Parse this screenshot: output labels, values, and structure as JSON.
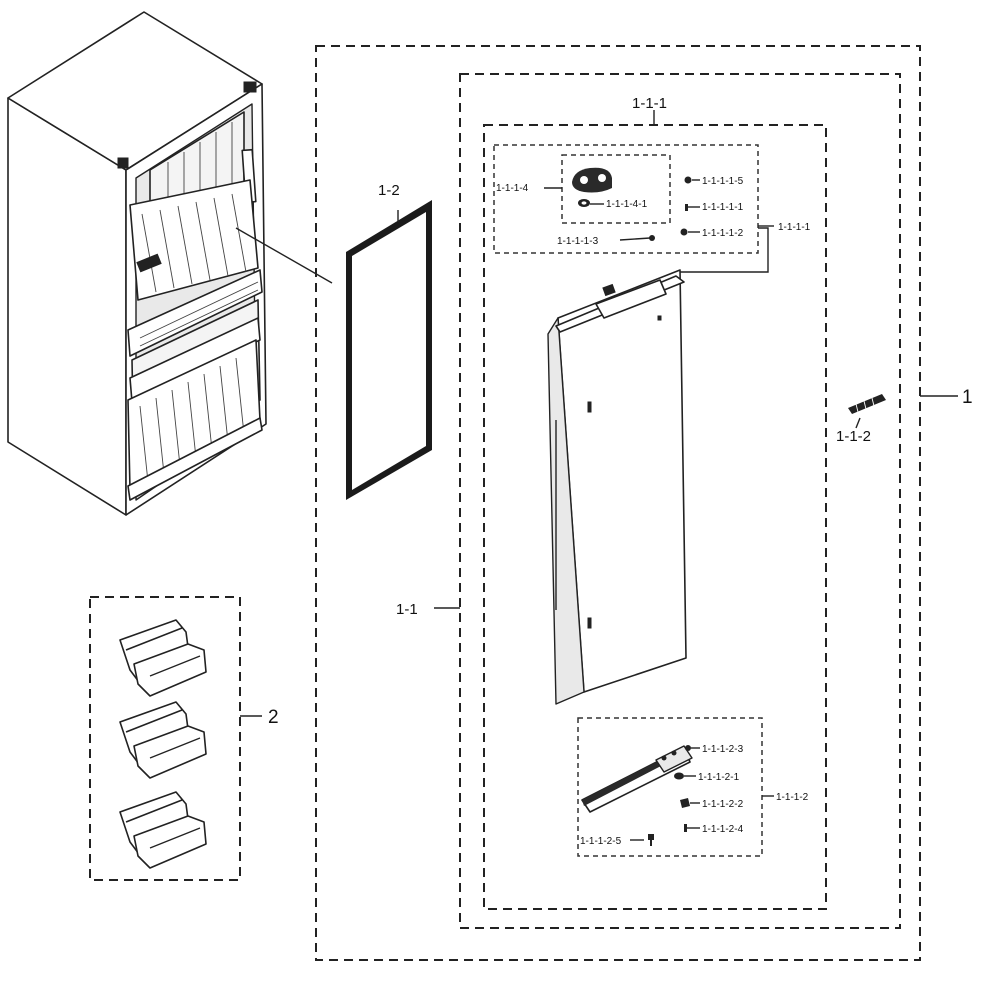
{
  "labels": {
    "assembly_1": "1",
    "door_assy": "1-1",
    "gasket": "1-2",
    "baskets": "2",
    "door_foam_assy": "1-1-1",
    "handle": "1-1-2",
    "upper_cap_assy": "1-1-1-1",
    "upper_hinge_group": "1-1-1-4",
    "hinge_washer": "1-1-1-4-1",
    "part_1_1_1_1_5": "1-1-1-1-5",
    "part_1_1_1_1_1": "1-1-1-1-1",
    "part_1_1_1_1_2": "1-1-1-1-2",
    "part_1_1_1_1_3": "1-1-1-1-3",
    "lower_cap_assy": "1-1-1-2",
    "part_1_1_1_2_3": "1-1-1-2-3",
    "part_1_1_1_2_1": "1-1-1-2-1",
    "part_1_1_1_2_2": "1-1-1-2-2",
    "part_1_1_1_2_4": "1-1-1-2-4",
    "part_1_1_1_2_5": "1-1-1-2-5"
  }
}
